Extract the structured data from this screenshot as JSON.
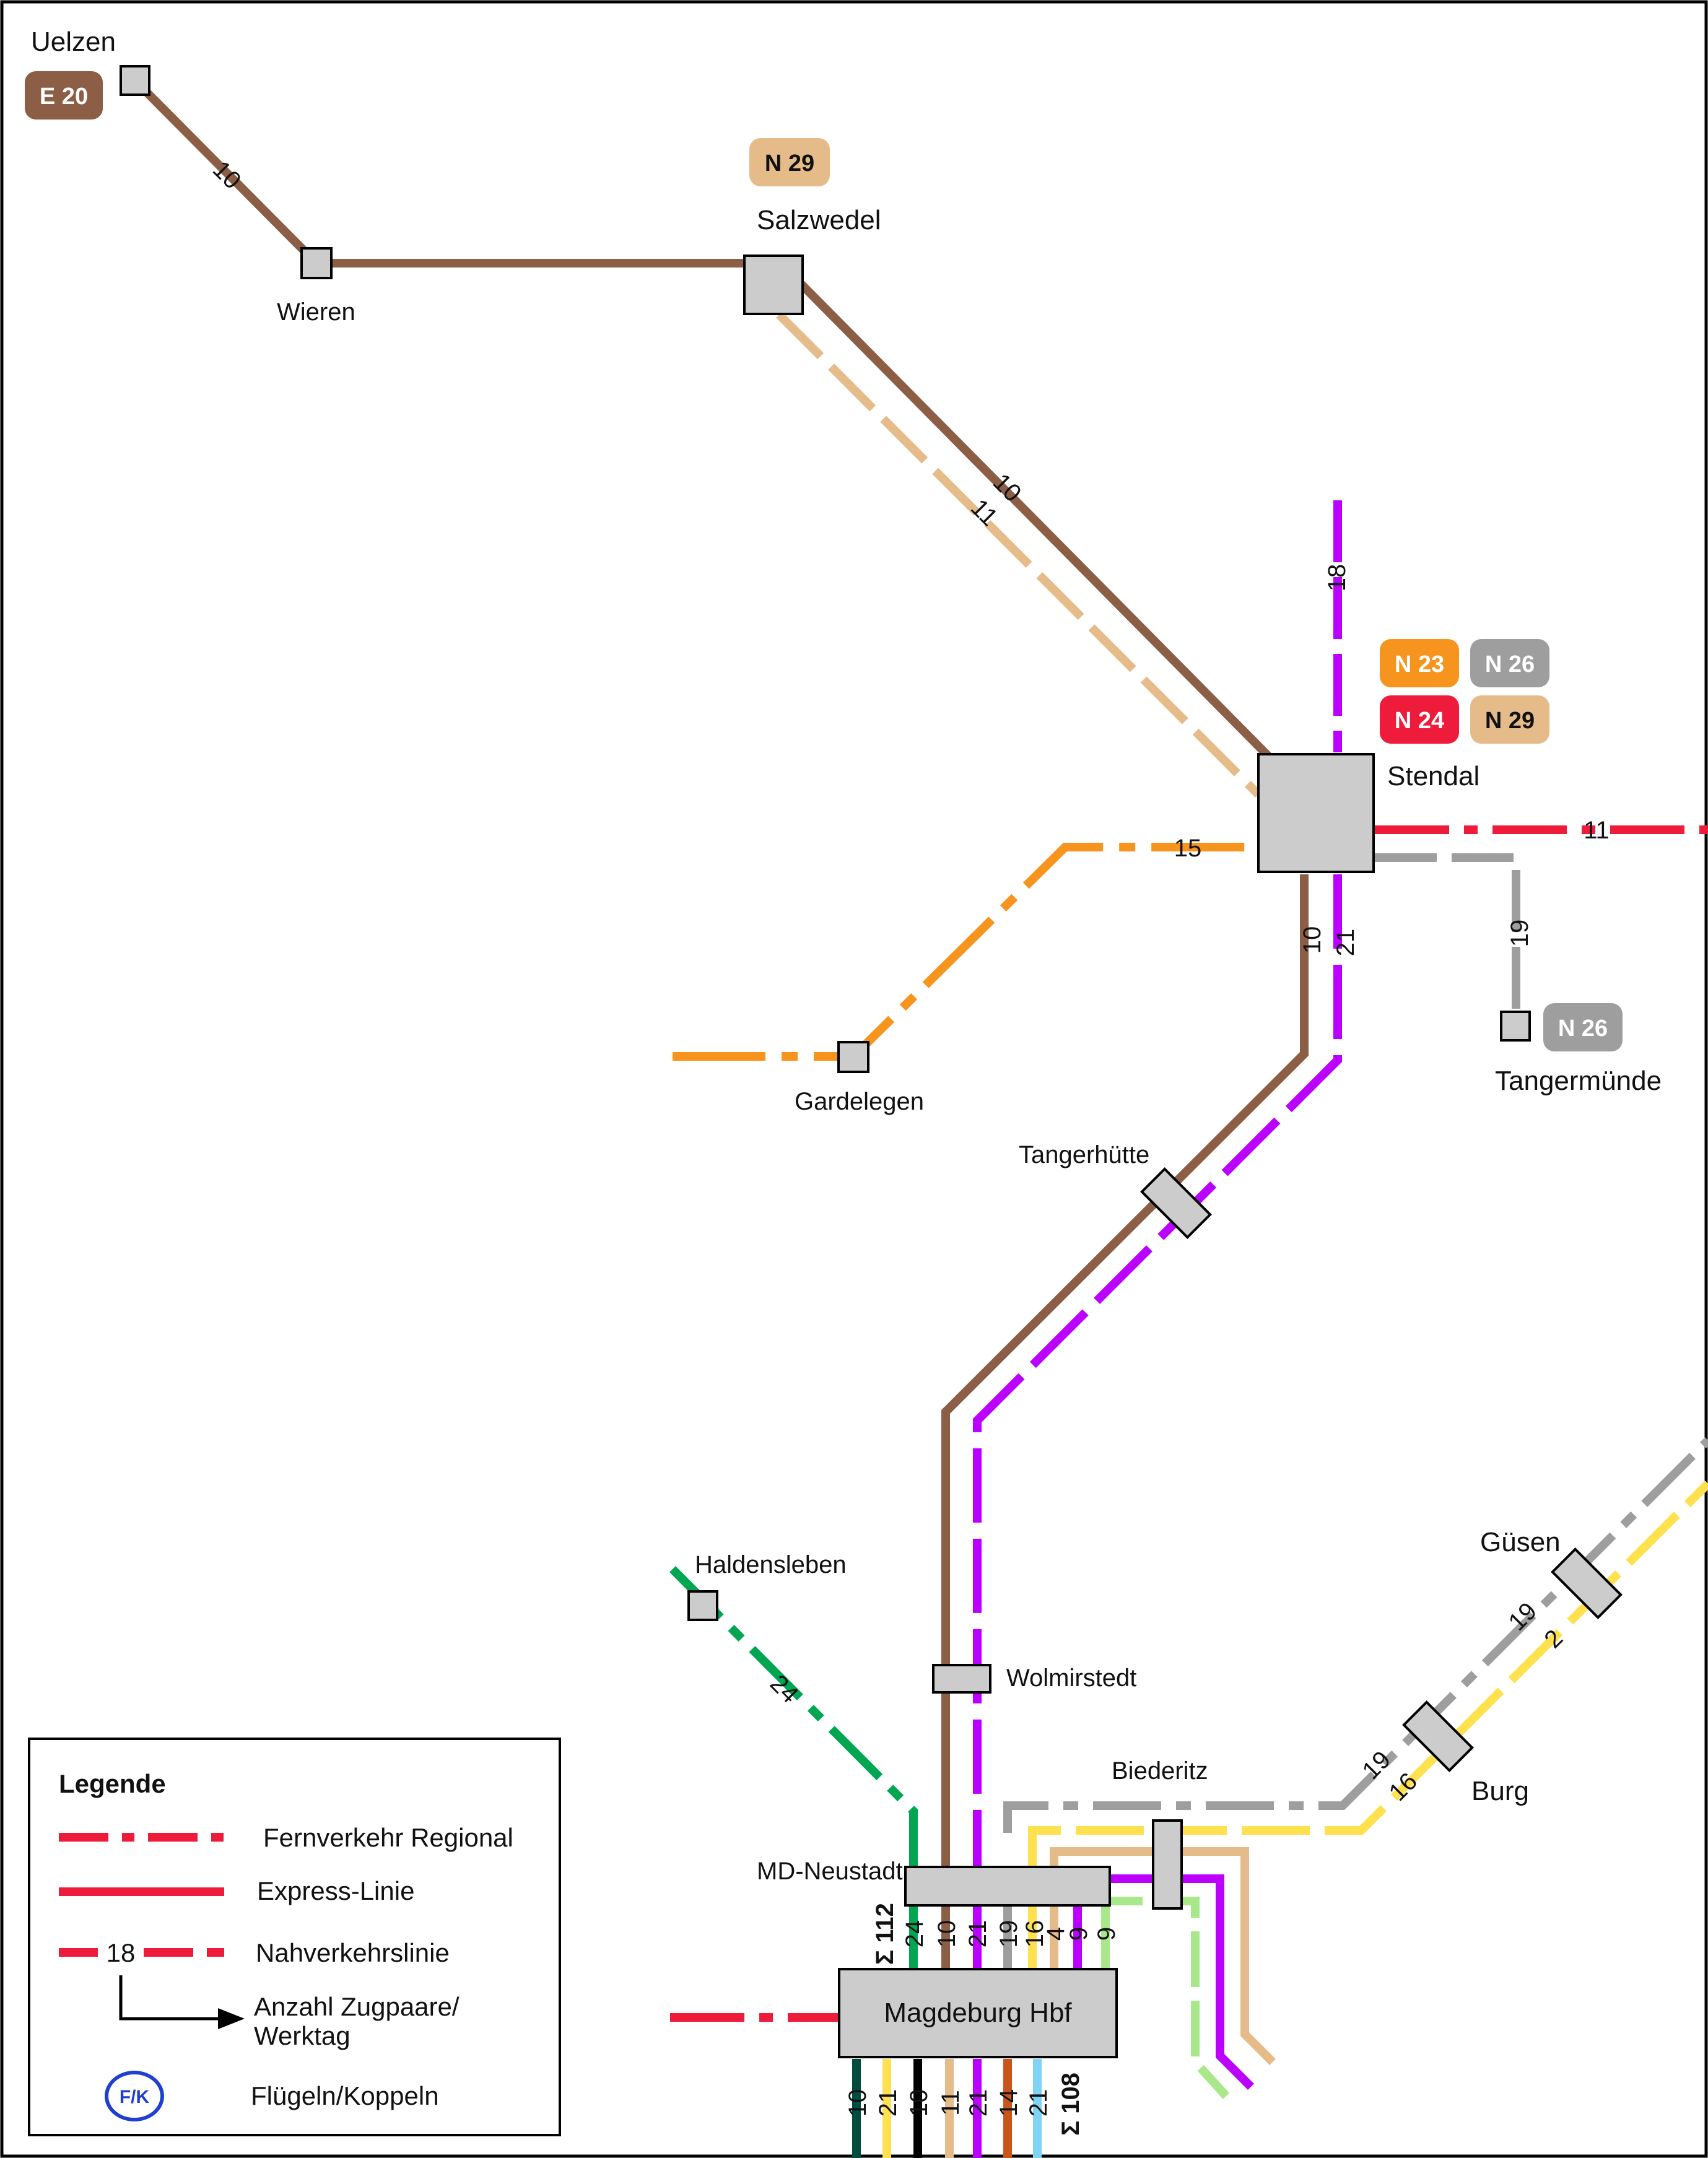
{
  "stations": {
    "uelzen": "Uelzen",
    "wieren": "Wieren",
    "salzwedel": "Salzwedel",
    "stendal": "Stendal",
    "gardelegen": "Gardelegen",
    "tangermuende": "Tangermünde",
    "tangerhuette": "Tangerhütte",
    "haldensleben": "Haldensleben",
    "wolmirstedt": "Wolmirstedt",
    "guesen": "Güsen",
    "burg": "Burg",
    "biederitz": "Biederitz",
    "md_neustadt": "MD-Neustadt",
    "magdeburg_hbf": "Magdeburg Hbf"
  },
  "badges": {
    "e20": "E 20",
    "n29_salzwedel": "N 29",
    "n23": "N 23",
    "n26_stendal": "N 26",
    "n24": "N 24",
    "n29_stendal": "N 29",
    "n26_tangermuende": "N 26"
  },
  "line_counts": {
    "uelzen_wieren": "10",
    "salzwedel_stendal_brown": "10",
    "salzwedel_stendal_tan": "11",
    "stendal_north_purple": "18",
    "stendal_east_red": "11",
    "gardelegen_orange": "15",
    "stendal_south_brown": "10",
    "stendal_south_purple": "21",
    "tangermuende_grey": "19",
    "haldensleben_green": "24",
    "guesen_grey": "19",
    "guesen_yellow": "2",
    "burg_grey": "19",
    "burg_yellow": "16"
  },
  "neustadt_counts": [
    "24",
    "10",
    "21",
    "19",
    "16",
    "4",
    "9",
    "9"
  ],
  "neustadt_sum": "Σ 112",
  "south_counts": [
    "10",
    "21",
    "10",
    "11",
    "21",
    "14",
    "21"
  ],
  "south_sum": "Σ 108",
  "legend": {
    "title": "Legende",
    "fernverkehr": "Fernverkehr Regional",
    "express": "Express-Linie",
    "nahverkehr": "Nahverkehrslinie",
    "sample_count": "18",
    "anzahl_line1": "Anzahl Zugpaare/",
    "anzahl_line2": "Werktag",
    "fk_badge": "F/K",
    "fk_label": "Flügeln/Koppeln"
  },
  "colors": {
    "brown": "#8B5E45",
    "tan": "#E6BB8A",
    "purple": "#BB00FF",
    "red": "#EE1C3A",
    "orange": "#F7941D",
    "grey": "#9E9E9E",
    "green": "#00A651",
    "yellow": "#FFE150",
    "lightgreen": "#A8E88A",
    "teal": "#004D40",
    "black": "#000000",
    "rust": "#C8551A",
    "lightblue": "#7FD3F5",
    "fk_blue": "#1F3FD0",
    "station_fill": "#CCCCCC"
  }
}
